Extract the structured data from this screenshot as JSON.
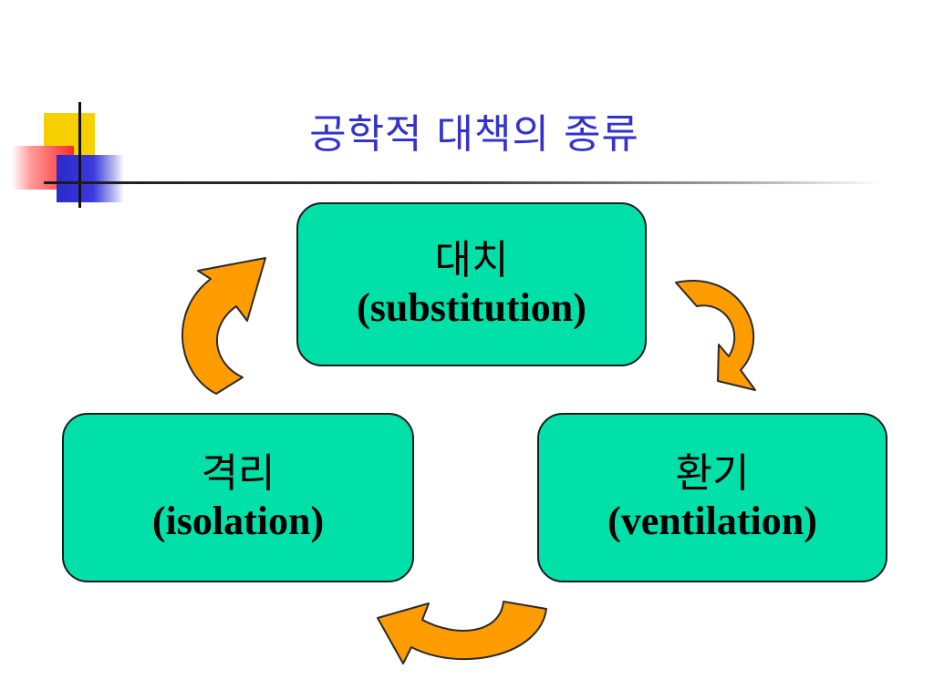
{
  "title": "공학적 대책의 종류",
  "nodes": {
    "top": {
      "korean": "대치",
      "english": "(substitution)"
    },
    "left": {
      "korean": "격리",
      "english": "(isolation)"
    },
    "right": {
      "korean": "환기",
      "english": "(ventilation)"
    }
  },
  "colors": {
    "title": "#3333cc",
    "node_fill": "#00e0a8",
    "arrow_fill": "#ff9c00",
    "accent_yellow": "#f6d000",
    "accent_red": "#ff2a2a",
    "accent_blue": "#2a2acc"
  },
  "icons": {
    "cycle_arrows": "curved-arrow-icon"
  }
}
